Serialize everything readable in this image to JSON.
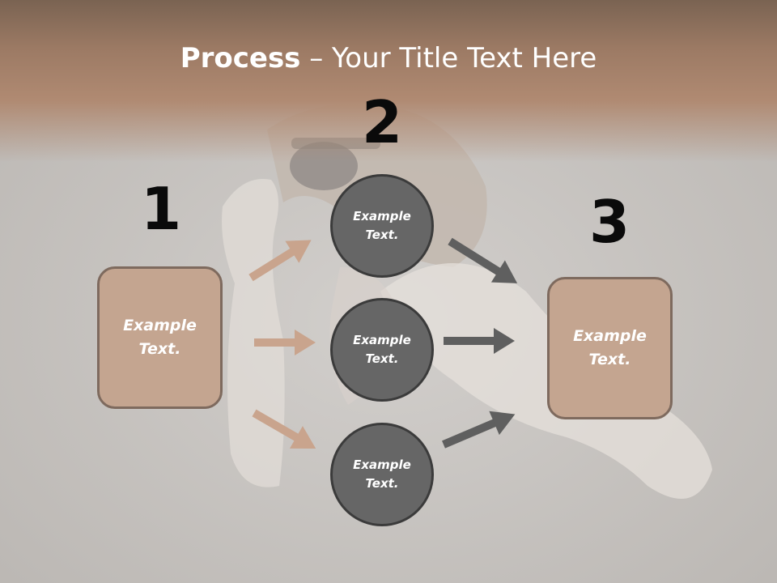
{
  "slide": {
    "title_bold": "Process",
    "title_rest": " – Your Title Text Here",
    "step1_number": "1",
    "step2_number": "2",
    "step3_number": "3",
    "left_box_text": "Example\nText.",
    "circle_top_text": "Example\nText.",
    "circle_middle_text": "Example\nText.",
    "circle_bottom_text": "Example\nText.",
    "right_box_text": "Example\nText."
  },
  "colors": {
    "header": "#9c7a64",
    "box_fill": "#c4a590",
    "box_border": "#7e6a5e",
    "circle_fill": "#666666",
    "circle_border": "#3b3b3b",
    "arrow_tan": "#c9a48d",
    "arrow_gray": "#5f5f5f"
  }
}
